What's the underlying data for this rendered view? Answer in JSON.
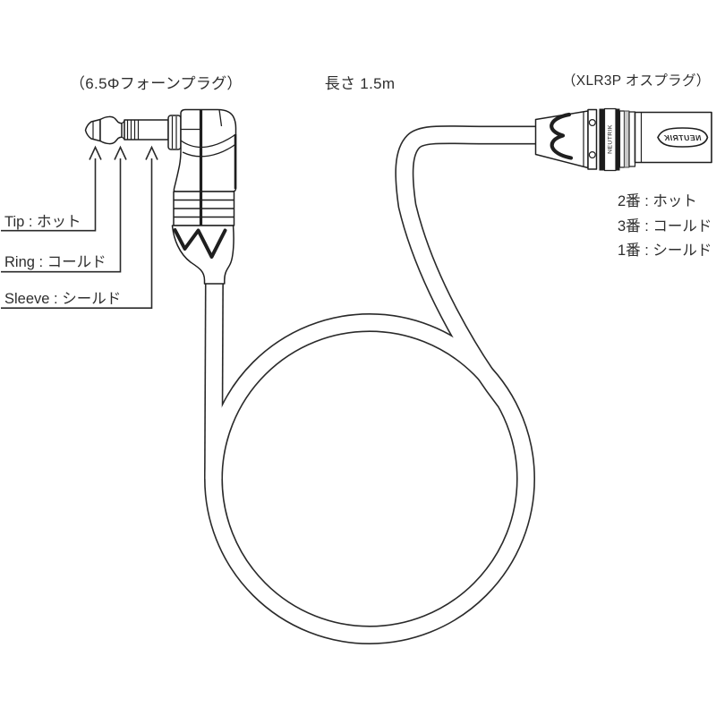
{
  "colors": {
    "background": "#ffffff",
    "line": "#1f1f1f",
    "text": "#2e2e2e",
    "gray_band": "#c9c9c9"
  },
  "headers": {
    "phone_plug": "（6.5Φフォーンプラグ）",
    "length": "長さ 1.5m",
    "xlr_plug": "（XLR3P オスプラグ）"
  },
  "phone_plug": {
    "pins": [
      {
        "label": "Tip : ホット"
      },
      {
        "label": "Ring : コールド"
      },
      {
        "label": "Sleeve : シールド"
      }
    ]
  },
  "xlr_plug": {
    "brand": "NEUTRIK",
    "pins": [
      {
        "label": "2番 : ホット"
      },
      {
        "label": "3番 : コールド"
      },
      {
        "label": "1番 : シールド"
      }
    ]
  }
}
